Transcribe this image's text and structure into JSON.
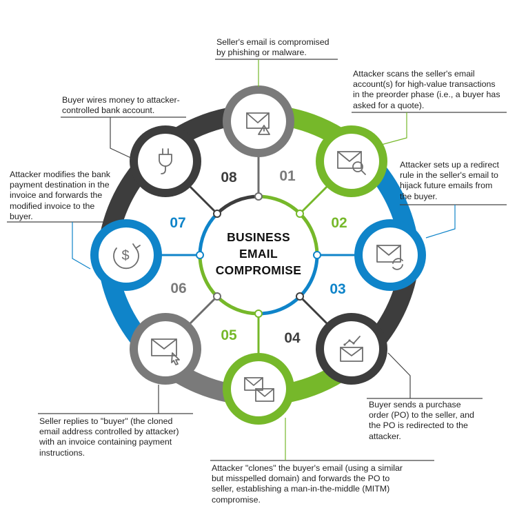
{
  "title": {
    "line1": "BUSINESS",
    "line2": "EMAIL",
    "line3": "COMPROMISE"
  },
  "colors": {
    "dark": "#3d3d3d",
    "gray": "#7a7a7a",
    "green": "#76b82a",
    "blue": "#0f84c9",
    "light_gray": "#6d6d6d"
  },
  "steps": [
    {
      "number": "01",
      "icon": "email-warning-icon",
      "color": "#7a7a7a",
      "text": "Seller's email is compromised\nby phishing or malware."
    },
    {
      "number": "02",
      "icon": "email-search-icon",
      "color": "#76b82a",
      "text": "Attacker scans the seller's email\naccount(s) for high-value transactions\nin the preorder phase (i.e., a buyer has\nasked for a quote)."
    },
    {
      "number": "03",
      "icon": "email-redirect-icon",
      "color": "#0f84c9",
      "text": "Attacker sets up a redirect\nrule in the seller's email to\nhijack future emails from\nthe buyer."
    },
    {
      "number": "04",
      "icon": "email-chart-icon",
      "color": "#3d3d3d",
      "text": "Buyer sends a purchase\norder (PO) to the seller, and\nthe PO is redirected to the\nattacker."
    },
    {
      "number": "05",
      "icon": "email-clone-icon",
      "color": "#76b82a",
      "text": "Attacker \"clones\" the buyer's email (using a similar\nbut misspelled domain) and forwards the PO to\nseller, establishing a man-in-the-middle (MITM)\ncompromise."
    },
    {
      "number": "06",
      "icon": "email-reply-icon",
      "color": "#7a7a7a",
      "text": "Seller replies to \"buyer\" (the cloned\nemail address controlled by attacker)\nwith an invoice containing payment\ninstructions."
    },
    {
      "number": "07",
      "icon": "money-refresh-icon",
      "color": "#0f84c9",
      "text": "Attacker modifies the bank\npayment destination in the\ninvoice and forwards the\nmodified invoice to the\nbuyer."
    },
    {
      "number": "08",
      "icon": "plug-icon",
      "color": "#3d3d3d",
      "text": "Buyer wires money to attacker-\ncontrolled bank account."
    }
  ]
}
